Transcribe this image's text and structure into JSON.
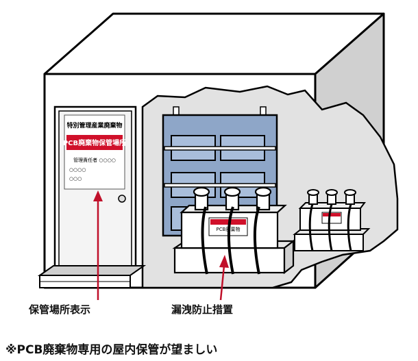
{
  "sign": {
    "line1": "特別管理産業廃棄物",
    "banner": "PCB廃棄物保管場所",
    "line3": "管理責任者 ○○○○",
    "line4": "○○○○",
    "line5": "○○○"
  },
  "tank_label": "PCB廃棄物",
  "labels": {
    "storage_sign": "保管場所表示",
    "leak_prevention": "漏洩防止措置"
  },
  "note": "※PCB廃棄物専用の屋内保管が望ましい",
  "colors": {
    "arrow": "#c0102a",
    "sign_banner": "#d0102a",
    "wall": "#d8d8d8",
    "panel": "#8ea6c8"
  }
}
